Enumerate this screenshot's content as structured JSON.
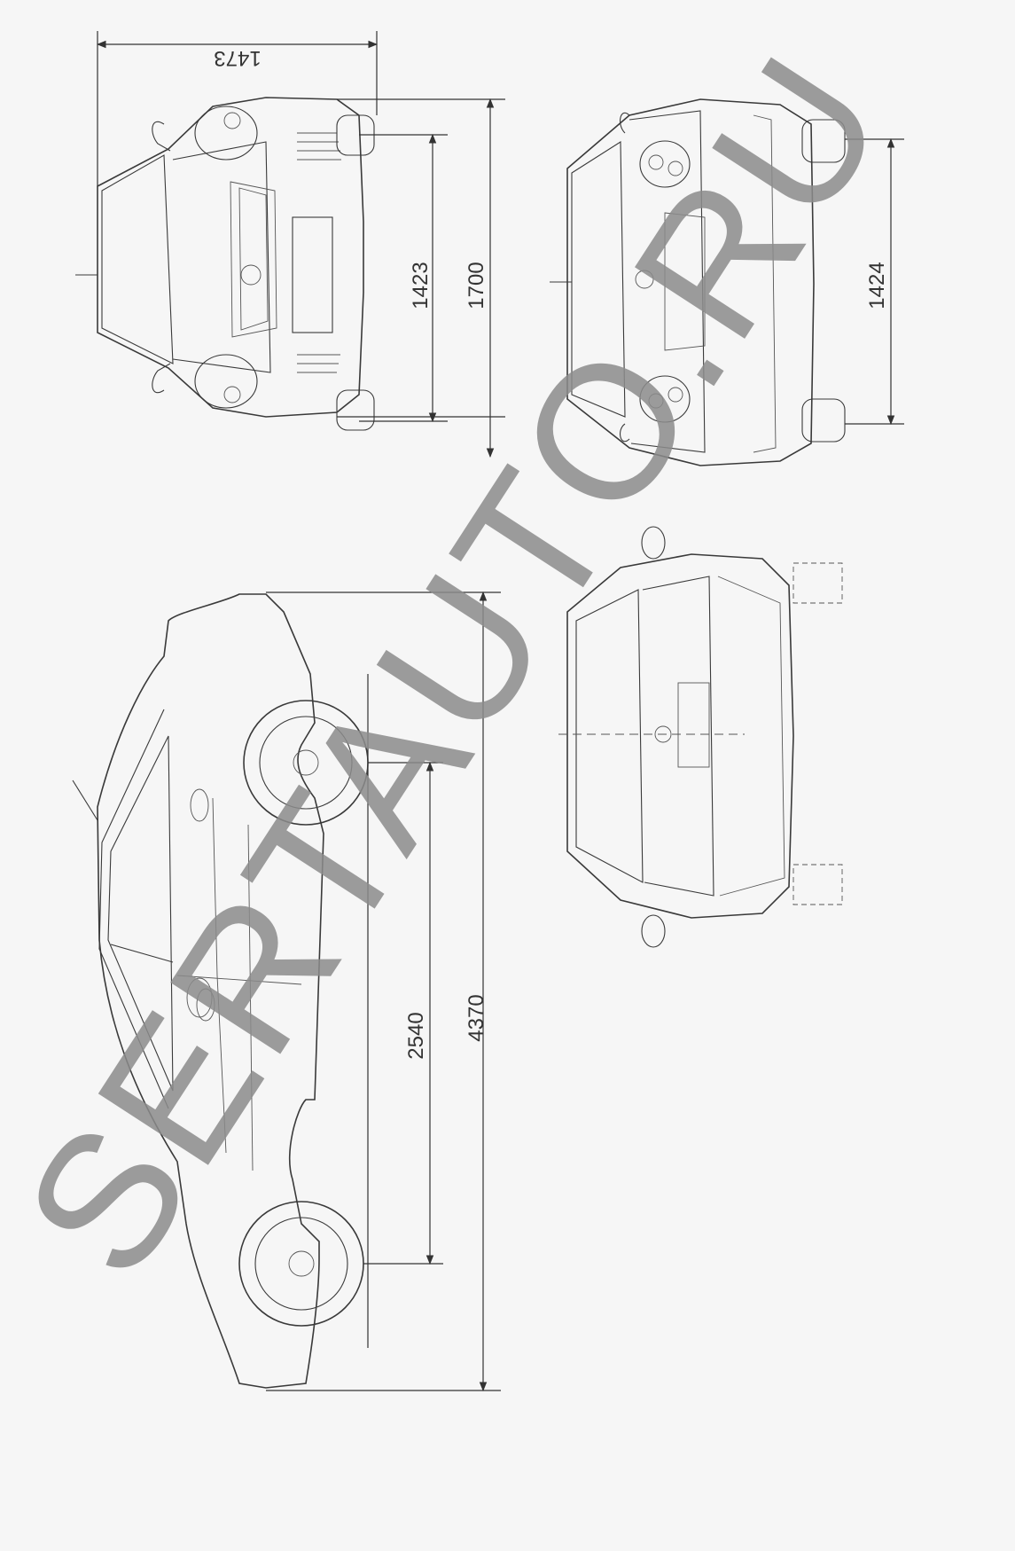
{
  "dimensions": {
    "width_with_mirrors_front": "1473",
    "front_track": "1423",
    "body_width": "1700",
    "rear_track": "1424",
    "wheelbase": "2540",
    "overall_length": "4370"
  },
  "watermark": "SERTAUTO.RU",
  "colors": {
    "background": "#f6f6f6",
    "line": "#3a3a3a",
    "watermark": "#8c8c8c"
  }
}
